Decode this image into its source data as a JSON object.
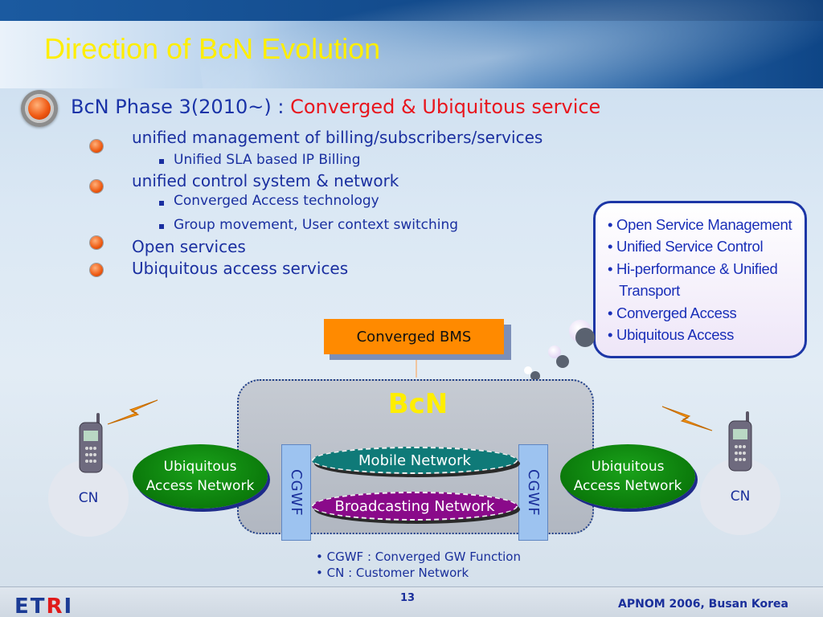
{
  "slide": {
    "title": "Direction of BcN Evolution",
    "heading_prefix": "BcN Phase 3(2010~) : ",
    "heading_highlight": "Converged & Ubiquitous  service"
  },
  "bullets": [
    {
      "label": "unified management of billing/subscribers/services",
      "sub": [
        "Unified SLA based IP Billing"
      ]
    },
    {
      "label": "unified control system & network",
      "sub": [
        "Converged Access technology",
        "Group movement, User context switching"
      ]
    },
    {
      "label": "Open services",
      "sub": []
    },
    {
      "label": "Ubiquitous access services",
      "sub": []
    }
  ],
  "callout": {
    "items": [
      "• Open Service Management",
      "• Unified Service Control",
      "• Hi-performance & Unified",
      "   Transport",
      "• Converged Access",
      "• Ubiquitous Access"
    ]
  },
  "diagram": {
    "bms_label": "Converged BMS",
    "bcn_label": "BcN",
    "cgwf_label": "CGWF",
    "mobile_network": "Mobile Network",
    "broadcasting_network": "Broadcasting Network",
    "uan_line1": "Ubiquitous",
    "uan_line2": "Access Network",
    "cn_label": "CN"
  },
  "footnotes": [
    "• CGWF : Converged GW Function",
    "• CN : Customer Network"
  ],
  "footer": {
    "logo_part1": "ET",
    "logo_part2": "R",
    "logo_part3": "I",
    "page_number": "13",
    "conference": "APNOM 2006, Busan Korea"
  },
  "colors": {
    "title": "#ffee00",
    "heading": "#1a33a8",
    "highlight": "#e8161e",
    "bms": "#ff8a00",
    "mobile": "#0f7a78",
    "broadcast": "#8a0a8a",
    "uan": "#0b7a0b"
  }
}
